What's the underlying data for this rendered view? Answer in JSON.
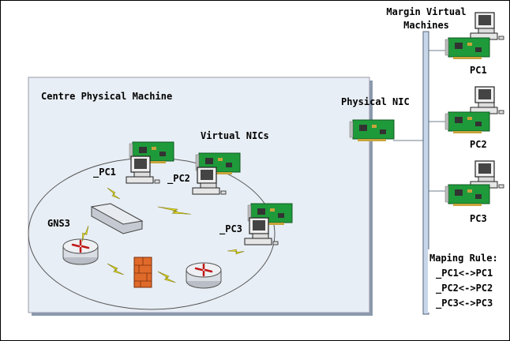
{
  "labels": {
    "centre_machine": "Centre Physical Machine",
    "virtual_nics": "Virtual NICs",
    "physical_nic": "Physical NIC",
    "margin_vm": "Margin Virtual Machines",
    "gns3": "GNS3",
    "pc1_virtual": "_PC1",
    "pc2_virtual": "_PC2",
    "pc3_virtual": "_PC3",
    "pc1_margin": "PC1",
    "pc2_margin": "PC2",
    "pc3_margin": "PC3"
  },
  "mapping_rule": {
    "title": "Maping Rule:",
    "rows": [
      "_PC1<->PC1",
      "_PC2<->PC2",
      "_PC3<->PC3"
    ]
  },
  "colors": {
    "machine_box": "#e8eef5",
    "nic_green": "#1f9a3a",
    "bus": "#c8d6ea",
    "router": "#d9dde4",
    "firewall": "#e06a2a",
    "lightning": "#e6e21c"
  }
}
